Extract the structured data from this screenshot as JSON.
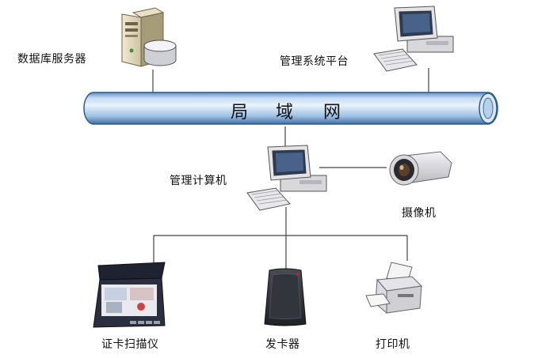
{
  "network": {
    "lan_chars": [
      "局",
      "域",
      "网"
    ]
  },
  "nodes": {
    "db_server": "数据库服务器",
    "mgmt_platform": "管理系统平台",
    "mgmt_computer": "管理计算机",
    "camera": "摄像机",
    "id_scanner": "证卡扫描仪",
    "card_issuer": "发卡器",
    "printer": "打印机"
  },
  "colors": {
    "pipe_light": "#e6f1fb",
    "pipe_mid": "#a9cbe9",
    "pipe_dark": "#4f82b8",
    "wire": "#444444"
  }
}
